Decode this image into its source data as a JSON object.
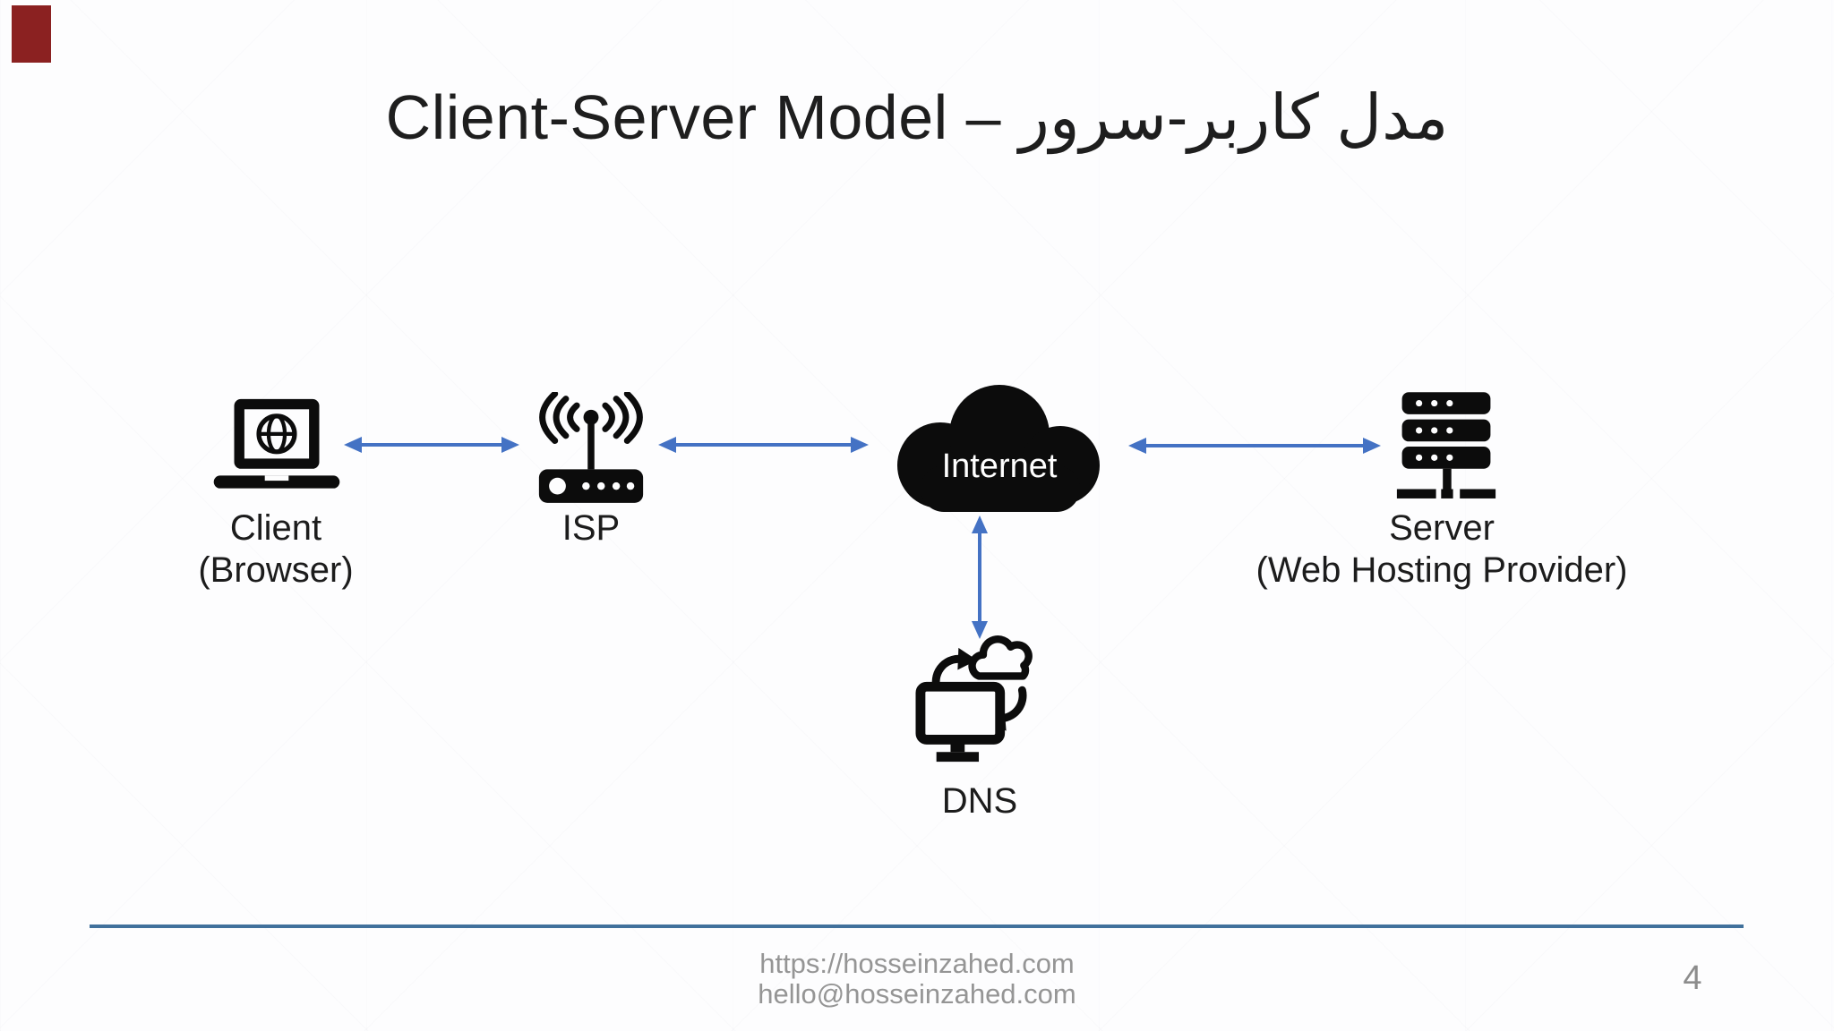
{
  "slide": {
    "title": "Client-Server Model – مدل کاربر-سرور",
    "page_number": "4",
    "footer": {
      "website": "https://hosseinzahed.com",
      "email": "hello@hosseinzahed.com"
    }
  },
  "nodes": {
    "client": {
      "label_line1": "Client",
      "label_line2": "(Browser)",
      "icon": "laptop-globe-icon"
    },
    "isp": {
      "label": "ISP",
      "icon": "wireless-router-icon"
    },
    "internet": {
      "label": "Internet",
      "icon": "cloud-icon"
    },
    "server": {
      "label_line1": "Server",
      "label_line2": "(Web Hosting Provider)",
      "icon": "server-rack-icon"
    },
    "dns": {
      "label": "DNS",
      "icon": "dns-cloud-sync-icon"
    }
  },
  "connections": [
    {
      "from": "client",
      "to": "isp",
      "type": "bidirectional-arrow"
    },
    {
      "from": "isp",
      "to": "internet",
      "type": "bidirectional-arrow"
    },
    {
      "from": "internet",
      "to": "server",
      "type": "bidirectional-arrow"
    },
    {
      "from": "internet",
      "to": "dns",
      "type": "bidirectional-arrow"
    }
  ],
  "colors": {
    "arrow": "#4472c4",
    "divider": "#41719c",
    "icon": "#0c0c0c",
    "title_text": "#1e1e1e",
    "node_label_text": "#1c1c1c",
    "cloud_label_text": "#ffffff",
    "footer_text": "#959595",
    "page_number_text": "#8c8c8c",
    "recording_indicator": "#8b2121"
  }
}
